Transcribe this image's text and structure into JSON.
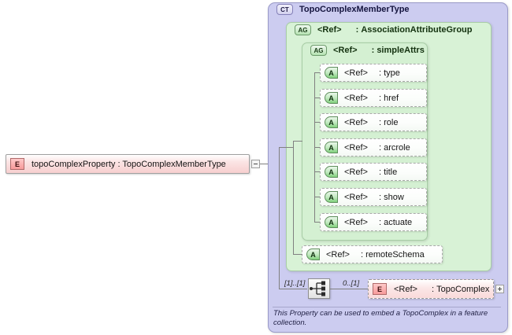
{
  "diagram": {
    "kind": "xsd-schema-diagram",
    "background": "#ffffff"
  },
  "root_element": {
    "icon": "element-icon",
    "badge": "E",
    "name": "topoComplexProperty",
    "separator": ":",
    "type": "TopoComplexMemberType",
    "label": "topoComplexProperty : TopoComplexMemberType",
    "expander": "minus"
  },
  "complex_type": {
    "icon": "complextype-icon",
    "badge": "CT",
    "title": "TopoComplexMemberType",
    "fill": "#ccccf0",
    "border": "#9a9ac8"
  },
  "attribute_group": {
    "icon": "attributegroup-icon",
    "badge": "AG",
    "ref": "<Ref>",
    "separator": ":",
    "name": "AssociationAttributeGroup",
    "fill": "#d8f2d6",
    "border": "#a8cda6"
  },
  "simple_attrs_group": {
    "icon": "attributegroup-icon",
    "badge": "AG",
    "ref": "<Ref>",
    "separator": ":",
    "name": "simpleAttrs",
    "fill": "#d4f0d2",
    "border": "#a8cda6"
  },
  "attributes": [
    {
      "badge": "A",
      "ref": "<Ref>",
      "separator": ":",
      "name": "type"
    },
    {
      "badge": "A",
      "ref": "<Ref>",
      "separator": ":",
      "name": "href"
    },
    {
      "badge": "A",
      "ref": "<Ref>",
      "separator": ":",
      "name": "role"
    },
    {
      "badge": "A",
      "ref": "<Ref>",
      "separator": ":",
      "name": "arcrole"
    },
    {
      "badge": "A",
      "ref": "<Ref>",
      "separator": ":",
      "name": "title"
    },
    {
      "badge": "A",
      "ref": "<Ref>",
      "separator": ":",
      "name": "show"
    },
    {
      "badge": "A",
      "ref": "<Ref>",
      "separator": ":",
      "name": "actuate"
    }
  ],
  "remote_schema_attribute": {
    "badge": "A",
    "ref": "<Ref>",
    "separator": ":",
    "name": "remoteSchema"
  },
  "sequence": {
    "icon": "sequence-compositor-icon",
    "cardinality_left": "[1]..[1]",
    "cardinality_right": "0..[1]"
  },
  "child_element": {
    "icon": "element-icon",
    "badge": "E",
    "ref": "<Ref>",
    "separator": ":",
    "name": "TopoComplex",
    "expander": "plus"
  },
  "annotation": {
    "text": "This Property can be used to embed a TopoComplex in a feature collection."
  }
}
